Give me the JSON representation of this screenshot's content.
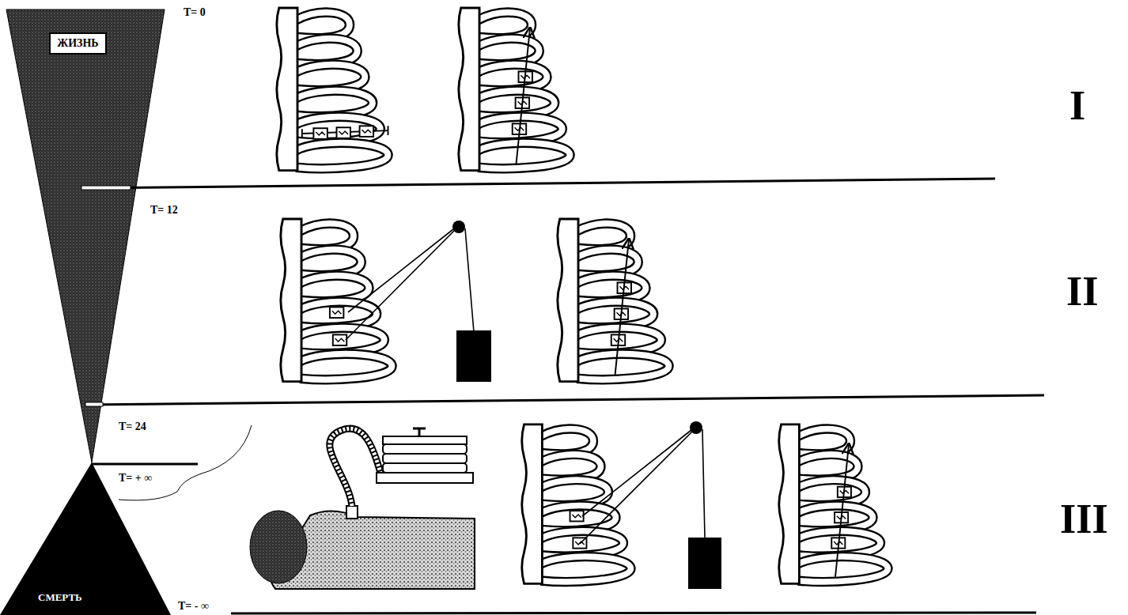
{
  "diagram": {
    "nodes": [
      {
        "text": [
          "ЖИЗНЬ"
        ]
      },
      {
        "text": [
          "СМЕРТЬ"
        ]
      }
    ],
    "labels": [
      "T= 0",
      "T= 12",
      "T= 24",
      "T= + ∞",
      "T= - ∞",
      "I",
      "II",
      "III"
    ]
  }
}
